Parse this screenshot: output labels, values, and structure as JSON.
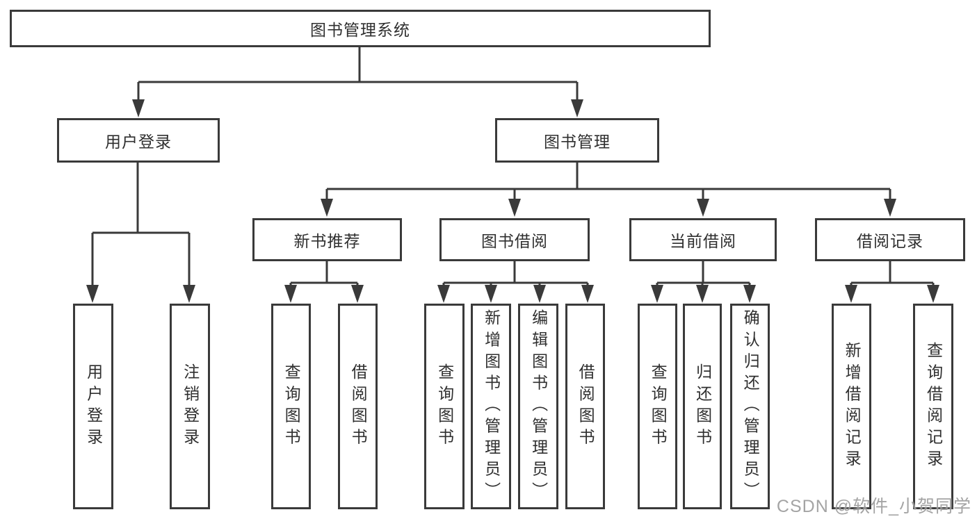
{
  "diagram": {
    "root": "图书管理系统",
    "branches": [
      {
        "label": "用户登录",
        "children": [
          {
            "label": "用户登录"
          },
          {
            "label": "注销登录"
          }
        ]
      },
      {
        "label": "图书管理",
        "children": [
          {
            "label": "新书推荐",
            "children": [
              {
                "label": "查询图书"
              },
              {
                "label": "借阅图书"
              }
            ]
          },
          {
            "label": "图书借阅",
            "children": [
              {
                "label": "查询图书"
              },
              {
                "label": "新增图书（管理员）"
              },
              {
                "label": "编辑图书（管理员）"
              },
              {
                "label": "借阅图书"
              }
            ]
          },
          {
            "label": "当前借阅",
            "children": [
              {
                "label": "查询图书"
              },
              {
                "label": "归还图书"
              },
              {
                "label": "确认归还（管理员）"
              }
            ]
          },
          {
            "label": "借阅记录",
            "children": [
              {
                "label": "新增借阅记录"
              },
              {
                "label": "查询借阅记录"
              }
            ]
          }
        ]
      }
    ]
  },
  "watermark": {
    "text": "CSDN @软件_小贺同学"
  },
  "colors": {
    "line": "#3a3a3a",
    "text": "#2f2f2f",
    "watermark": "#9b9b9b",
    "background": "#ffffff"
  }
}
